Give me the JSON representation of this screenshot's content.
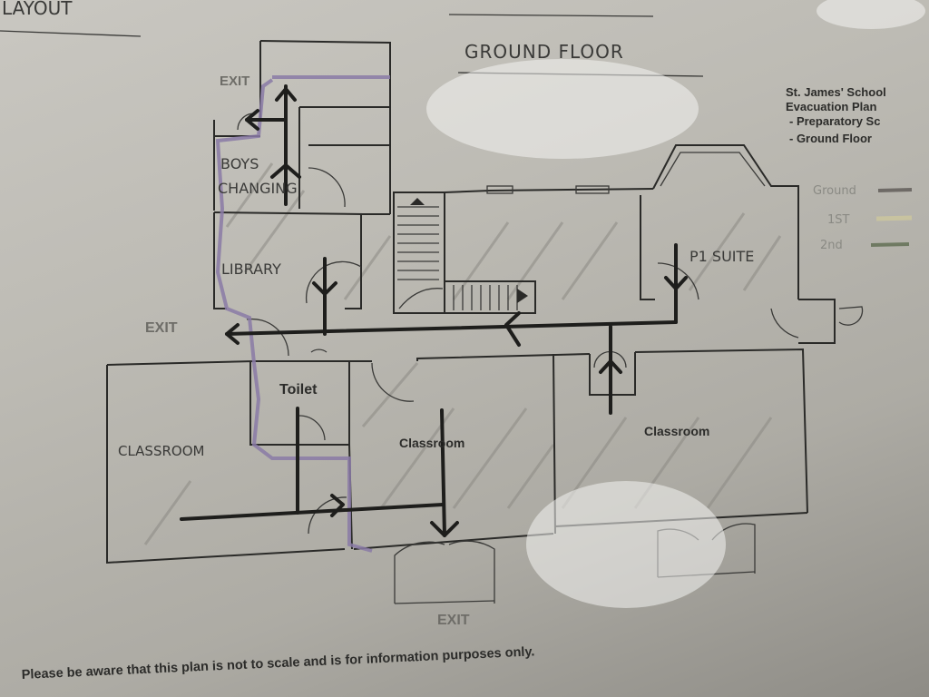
{
  "header": {
    "torn_label": "LAYOUT",
    "floor_title": "GROUND FLOOR"
  },
  "plan_info": {
    "school": "St. James' School",
    "doc": "Evacuation Plan",
    "section": "- Preparatory Sc",
    "floor": "- Ground Floor"
  },
  "legend": [
    {
      "label": "Ground",
      "color": "#6e6a66"
    },
    {
      "label": "1ST",
      "color": "#c8c3a0"
    },
    {
      "label": "2nd",
      "color": "#6f7a62"
    }
  ],
  "rooms": {
    "boys_changing_line1": "BOYS",
    "boys_changing_line2": "CHANGING",
    "library": "LIBRARY",
    "p1_suite": "P1 SUITE",
    "toilet": "Toilet",
    "classroom_left": "CLASSROOM",
    "classroom_center": "Classroom",
    "classroom_right": "Classroom"
  },
  "exits": {
    "top_left": "EXIT",
    "left": "EXIT",
    "bottom": "EXIT"
  },
  "disclaimer": "Please be aware that this plan is not to scale and is for information purposes only."
}
